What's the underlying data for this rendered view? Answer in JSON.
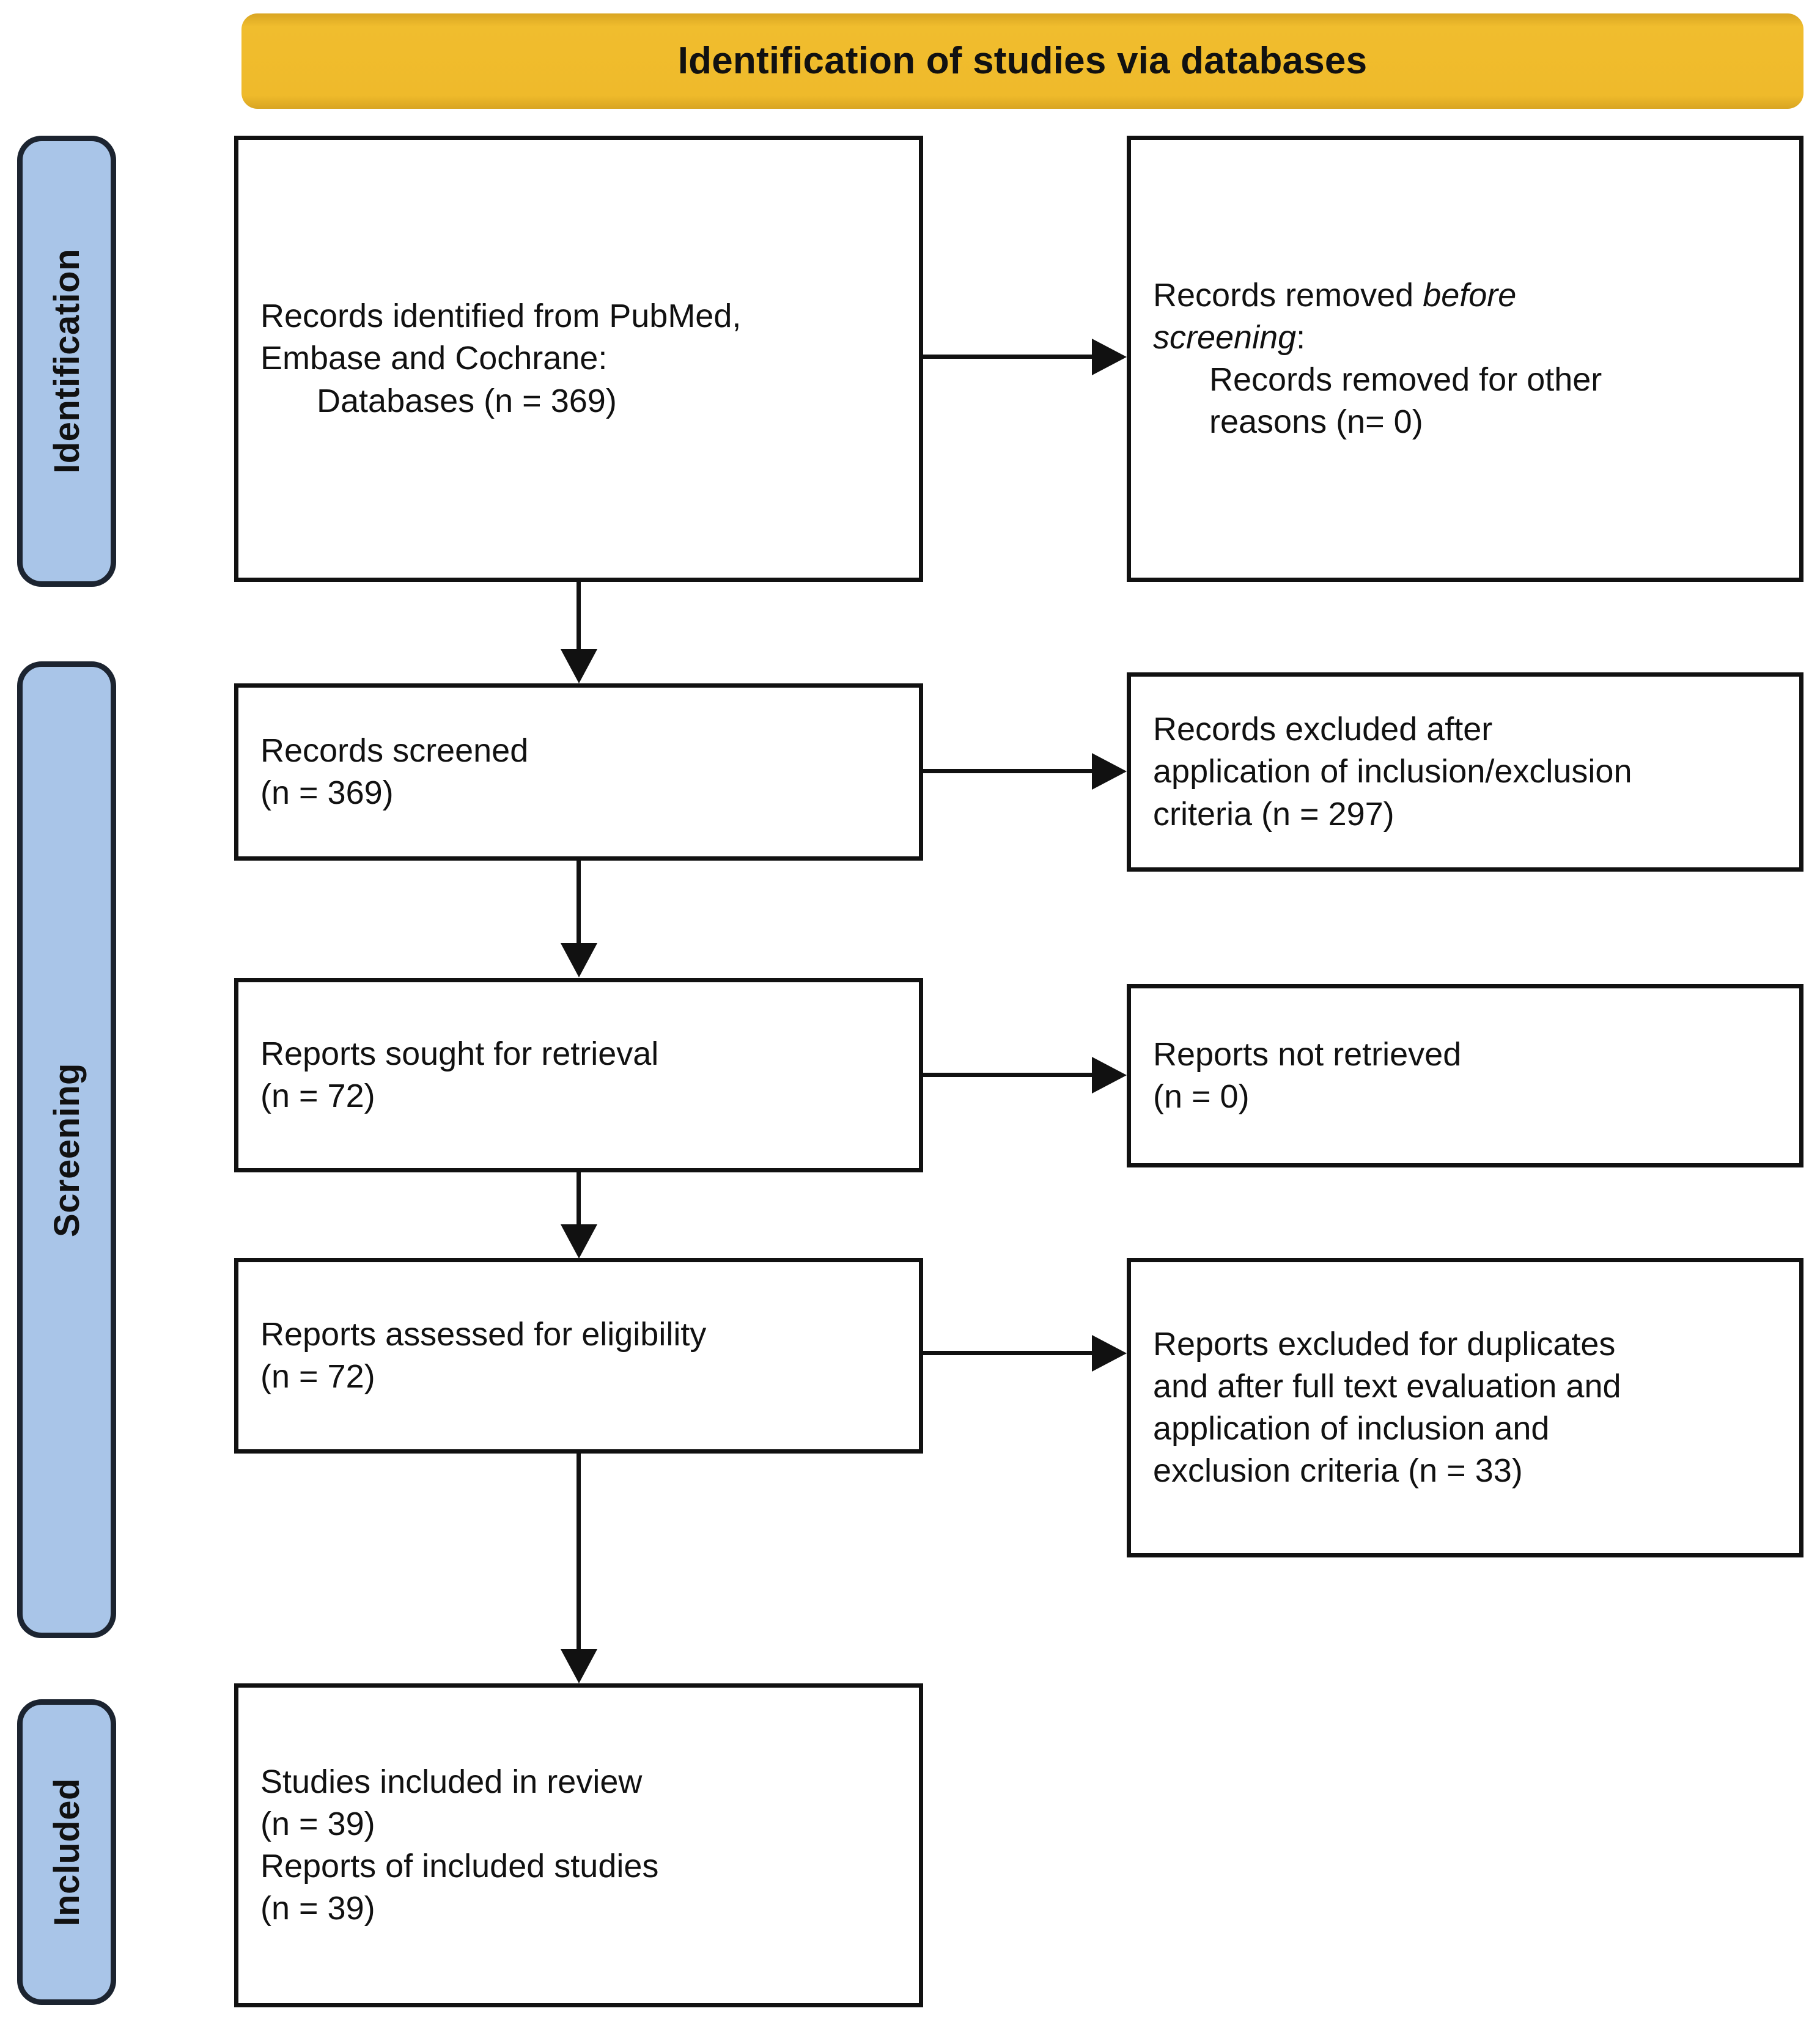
{
  "header": {
    "title": "Identification of studies via databases",
    "background_color": "#efba2b"
  },
  "phases": {
    "identification": "Identification",
    "screening": "Screening",
    "included": "Included",
    "pill_color": "#a9c5e8"
  },
  "boxes": {
    "identified": {
      "line1": "Records identified from PubMed,",
      "line2": "Embase and Cochrane:",
      "line3": "Databases (n = 369)"
    },
    "removed_before_screening": {
      "line1_prefix": "Records removed ",
      "line1_italic": "before",
      "line2_italic": "screening",
      "line2_suffix": ":",
      "line3": "Records removed for other",
      "line4": "reasons (n= 0)"
    },
    "screened": {
      "line1": "Records screened",
      "line2": "(n = 369)"
    },
    "excluded_after_screening": {
      "line1": "Records excluded after",
      "line2": "application of inclusion/exclusion",
      "line3": "criteria (n = 297)"
    },
    "sought_for_retrieval": {
      "line1": "Reports sought for retrieval",
      "line2": "(n = 72)"
    },
    "not_retrieved": {
      "line1": "Reports not retrieved",
      "line2": "(n = 0)"
    },
    "assessed_for_eligibility": {
      "line1": "Reports assessed for eligibility",
      "line2": "(n = 72)"
    },
    "excluded_after_eligibility": {
      "line1": "Reports excluded for duplicates",
      "line2": "and after full text evaluation and",
      "line3": "application of inclusion and",
      "line4": "exclusion criteria (n = 33)"
    },
    "included_in_review": {
      "line1": "Studies included in review",
      "line2": "(n = 39)",
      "line3": "Reports of included studies",
      "line4": "(n = 39)"
    }
  },
  "chart_data": {
    "type": "diagram",
    "title": "Identification of studies via databases",
    "diagram_kind": "PRISMA 2020 flow diagram",
    "nodes": [
      {
        "id": "identified",
        "phase": "Identification",
        "column": "left",
        "label": "Records identified from PubMed, Embase and Cochrane: Databases",
        "n": 369
      },
      {
        "id": "removed_before_screening",
        "phase": "Identification",
        "column": "right",
        "label": "Records removed before screening: Records removed for other reasons",
        "n": 0
      },
      {
        "id": "screened",
        "phase": "Screening",
        "column": "left",
        "label": "Records screened",
        "n": 369
      },
      {
        "id": "excluded_after_screening",
        "phase": "Screening",
        "column": "right",
        "label": "Records excluded after application of inclusion/exclusion criteria",
        "n": 297
      },
      {
        "id": "sought_for_retrieval",
        "phase": "Screening",
        "column": "left",
        "label": "Reports sought for retrieval",
        "n": 72
      },
      {
        "id": "not_retrieved",
        "phase": "Screening",
        "column": "right",
        "label": "Reports not retrieved",
        "n": 0
      },
      {
        "id": "assessed_for_eligibility",
        "phase": "Screening",
        "column": "left",
        "label": "Reports assessed for eligibility",
        "n": 72
      },
      {
        "id": "excluded_after_eligibility",
        "phase": "Screening",
        "column": "right",
        "label": "Reports excluded for duplicates and after full text evaluation and application of inclusion and exclusion criteria",
        "n": 33
      },
      {
        "id": "included_in_review",
        "phase": "Included",
        "column": "left",
        "label": "Studies included in review",
        "n": 39
      },
      {
        "id": "included_reports",
        "phase": "Included",
        "column": "left",
        "label": "Reports of included studies",
        "n": 39
      }
    ],
    "edges": [
      {
        "from": "identified",
        "to": "removed_before_screening",
        "direction": "right"
      },
      {
        "from": "identified",
        "to": "screened",
        "direction": "down"
      },
      {
        "from": "screened",
        "to": "excluded_after_screening",
        "direction": "right"
      },
      {
        "from": "screened",
        "to": "sought_for_retrieval",
        "direction": "down"
      },
      {
        "from": "sought_for_retrieval",
        "to": "not_retrieved",
        "direction": "right"
      },
      {
        "from": "sought_for_retrieval",
        "to": "assessed_for_eligibility",
        "direction": "down"
      },
      {
        "from": "assessed_for_eligibility",
        "to": "excluded_after_eligibility",
        "direction": "right"
      },
      {
        "from": "assessed_for_eligibility",
        "to": "included_in_review",
        "direction": "down"
      }
    ]
  }
}
